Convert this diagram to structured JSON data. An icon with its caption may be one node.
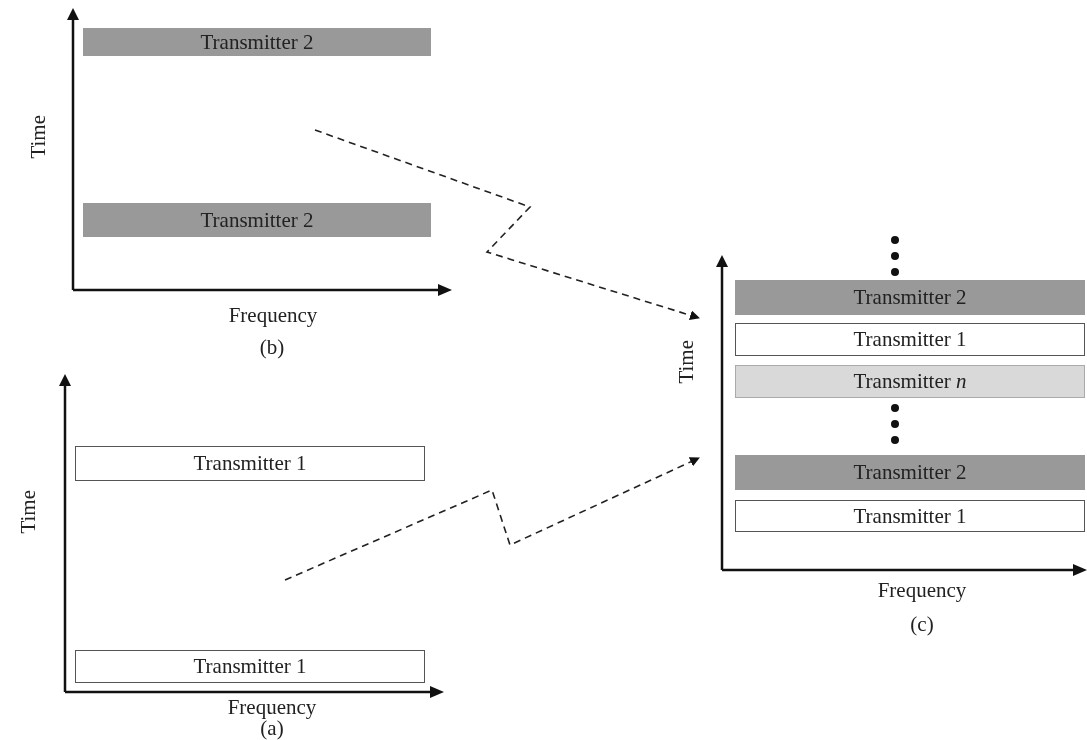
{
  "diagram": {
    "nodes": [
      {
        "text": [
          "Time",
          "Frequency",
          "(b)"
        ]
      },
      {
        "text": [
          "Transmitter 2"
        ],
        "in": 0
      },
      {
        "text": [
          "Transmitter 2"
        ],
        "in": 0
      },
      {
        "text": [
          "Time",
          "Frequency",
          "(c)"
        ]
      },
      {
        "text": [
          "Transmitter 2"
        ],
        "in": 3
      },
      {
        "text": [
          "Transmitter 1"
        ],
        "in": 3
      },
      {
        "text": [
          "Transmitter *n*"
        ],
        "in": 3
      },
      {
        "text": [
          "Transmitter 2"
        ],
        "in": 3
      },
      {
        "text": [
          "Transmitter 1"
        ],
        "in": 3
      },
      {
        "text": [
          "Time",
          "Frequency",
          "(a)"
        ]
      },
      {
        "text": [
          "Transmitter 1"
        ],
        "in": 9
      },
      {
        "text": [
          "Transmitter 1"
        ],
        "in": 9
      }
    ],
    "edges": [
      {
        "from": null,
        "to": 3,
        "arrow": "to",
        "style": "dashed"
      },
      {
        "from": null,
        "to": 3,
        "arrow": "to",
        "style": "dashed"
      }
    ]
  }
}
